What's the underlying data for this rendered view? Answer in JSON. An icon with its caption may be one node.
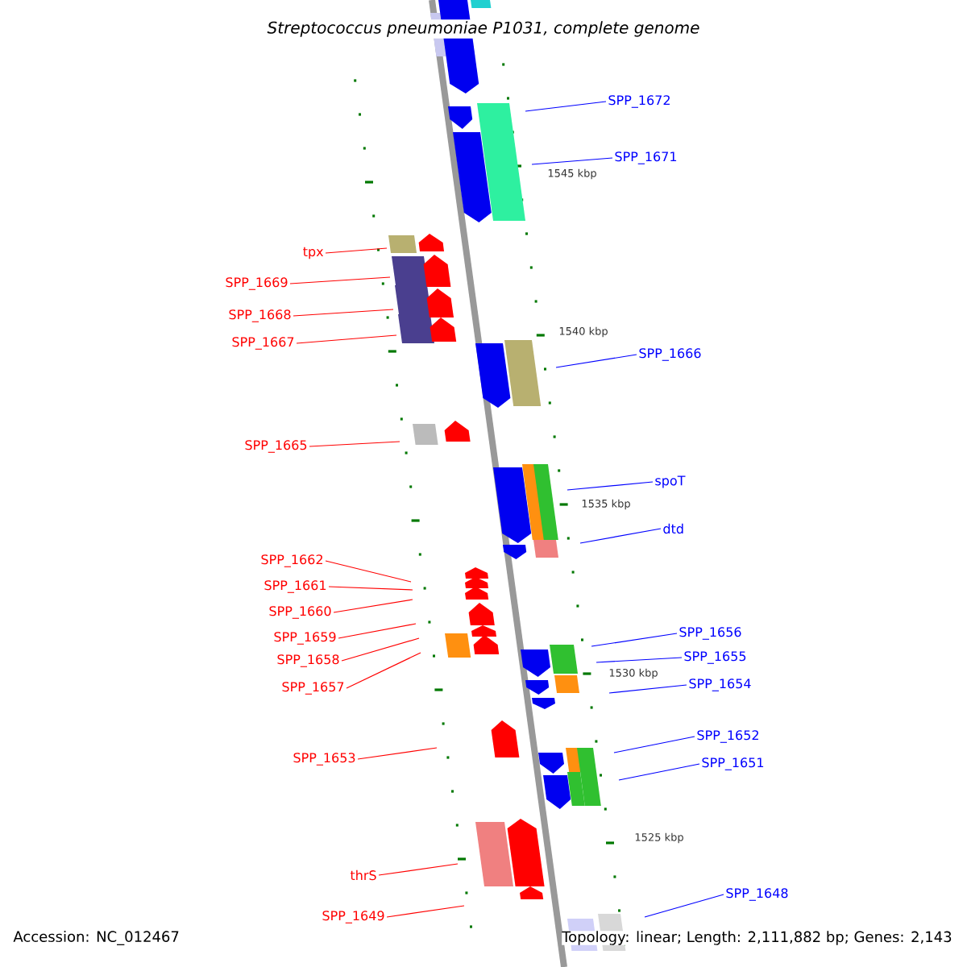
{
  "diagram": {
    "title": "Streptococcus pneumoniae P1031, complete genome",
    "nodes": [
      {
        "text": [
          "SPP_1672"
        ]
      },
      {
        "text": [
          "SPP_1671"
        ]
      },
      {
        "text": [
          "tpx"
        ]
      },
      {
        "text": [
          "SPP_1669"
        ]
      },
      {
        "text": [
          "SPP_1668"
        ]
      },
      {
        "text": [
          "SPP_1667"
        ]
      },
      {
        "text": [
          "SPP_1666"
        ]
      },
      {
        "text": [
          "SPP_1665"
        ]
      },
      {
        "text": [
          "spoT"
        ]
      },
      {
        "text": [
          "dtd"
        ]
      },
      {
        "text": [
          "SPP_1662"
        ]
      },
      {
        "text": [
          "SPP_1661"
        ]
      },
      {
        "text": [
          "SPP_1660"
        ]
      },
      {
        "text": [
          "SPP_1659"
        ]
      },
      {
        "text": [
          "SPP_1658"
        ]
      },
      {
        "text": [
          "SPP_1657"
        ]
      },
      {
        "text": [
          "SPP_1656"
        ]
      },
      {
        "text": [
          "SPP_1655"
        ]
      },
      {
        "text": [
          "SPP_1654"
        ]
      },
      {
        "text": [
          "SPP_1653"
        ]
      },
      {
        "text": [
          "SPP_1652"
        ]
      },
      {
        "text": [
          "SPP_1651"
        ]
      },
      {
        "text": [
          "thrS"
        ]
      },
      {
        "text": [
          "SPP_1648"
        ]
      },
      {
        "text": [
          "SPP_1649"
        ]
      }
    ],
    "edges": [
      {
        "from": 0,
        "to": null,
        "arrow": "none",
        "color": "#0000ff"
      },
      {
        "from": 1,
        "to": null,
        "arrow": "none",
        "color": "#0000ff"
      },
      {
        "from": 2,
        "to": null,
        "arrow": "none",
        "color": "#ff0000"
      },
      {
        "from": 3,
        "to": null,
        "arrow": "none",
        "color": "#ff0000"
      },
      {
        "from": 4,
        "to": null,
        "arrow": "none",
        "color": "#ff0000"
      },
      {
        "from": 5,
        "to": null,
        "arrow": "none",
        "color": "#ff0000"
      },
      {
        "from": 6,
        "to": null,
        "arrow": "none",
        "color": "#0000ff"
      },
      {
        "from": 7,
        "to": null,
        "arrow": "none",
        "color": "#ff0000"
      },
      {
        "from": 8,
        "to": null,
        "arrow": "none",
        "color": "#0000ff"
      },
      {
        "from": 9,
        "to": null,
        "arrow": "none",
        "color": "#0000ff"
      },
      {
        "from": 10,
        "to": null,
        "arrow": "none",
        "color": "#ff0000"
      },
      {
        "from": 11,
        "to": null,
        "arrow": "none",
        "color": "#ff0000"
      },
      {
        "from": 12,
        "to": null,
        "arrow": "none",
        "color": "#ff0000"
      },
      {
        "from": 13,
        "to": null,
        "arrow": "none",
        "color": "#ff0000"
      },
      {
        "from": 14,
        "to": null,
        "arrow": "none",
        "color": "#ff0000"
      },
      {
        "from": 15,
        "to": null,
        "arrow": "none",
        "color": "#ff0000"
      },
      {
        "from": 16,
        "to": null,
        "arrow": "none",
        "color": "#0000ff"
      },
      {
        "from": 17,
        "to": null,
        "arrow": "none",
        "color": "#0000ff"
      },
      {
        "from": 18,
        "to": null,
        "arrow": "none",
        "color": "#0000ff"
      },
      {
        "from": 19,
        "to": null,
        "arrow": "none",
        "color": "#ff0000"
      },
      {
        "from": 20,
        "to": null,
        "arrow": "none",
        "color": "#0000ff"
      },
      {
        "from": 21,
        "to": null,
        "arrow": "none",
        "color": "#0000ff"
      },
      {
        "from": 22,
        "to": null,
        "arrow": "none",
        "color": "#ff0000"
      },
      {
        "from": 23,
        "to": null,
        "arrow": "none",
        "color": "#0000ff"
      },
      {
        "from": 24,
        "to": null,
        "arrow": "none",
        "color": "#ff0000"
      }
    ],
    "labels": [
      "1545 kbp",
      "1540 kbp",
      "1535 kbp",
      "1530 kbp",
      "1525 kbp",
      "Accession: NC_012467",
      "Topology: linear; Length: 2,111,882 bp; Genes: 2,143"
    ]
  }
}
